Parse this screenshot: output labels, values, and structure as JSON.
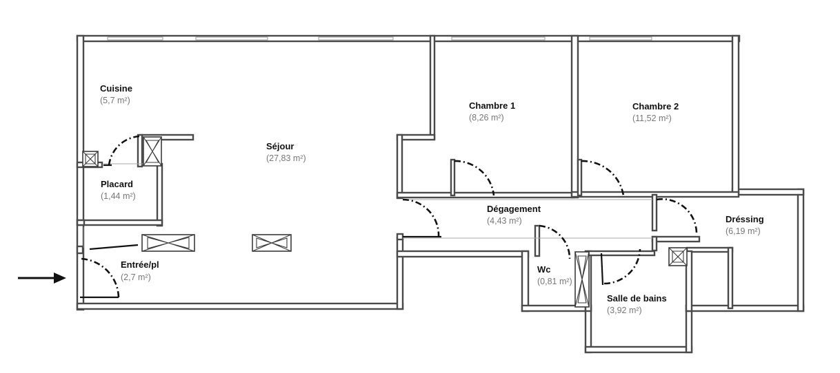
{
  "rooms": {
    "cuisine": {
      "name": "Cuisine",
      "area": "(5,7 m²)"
    },
    "sejour": {
      "name": "Séjour",
      "area": "(27,83 m²)"
    },
    "chambre1": {
      "name": "Chambre 1",
      "area": "(8,26 m²)"
    },
    "chambre2": {
      "name": "Chambre 2",
      "area": "(11,52 m²)"
    },
    "placard": {
      "name": "Placard",
      "area": "(1,44 m²)"
    },
    "degagement": {
      "name": "Dégagement",
      "area": "(4,43 m²)"
    },
    "dressing": {
      "name": "Dréssing",
      "area": "(6,19 m²)"
    },
    "entree": {
      "name": "Entrée/pl",
      "area": "(2,7 m²)"
    },
    "wc": {
      "name": "Wc",
      "area": "(0,81 m²)"
    },
    "sdb": {
      "name": "Salle de bains",
      "area": "(3,92 m²)"
    }
  },
  "colors": {
    "wall": "#4a4a4a",
    "door": "#111111",
    "area_text": "#777777",
    "name_text": "#111111"
  },
  "icons": [
    "entrance-arrow-icon",
    "ventilation-icon"
  ]
}
